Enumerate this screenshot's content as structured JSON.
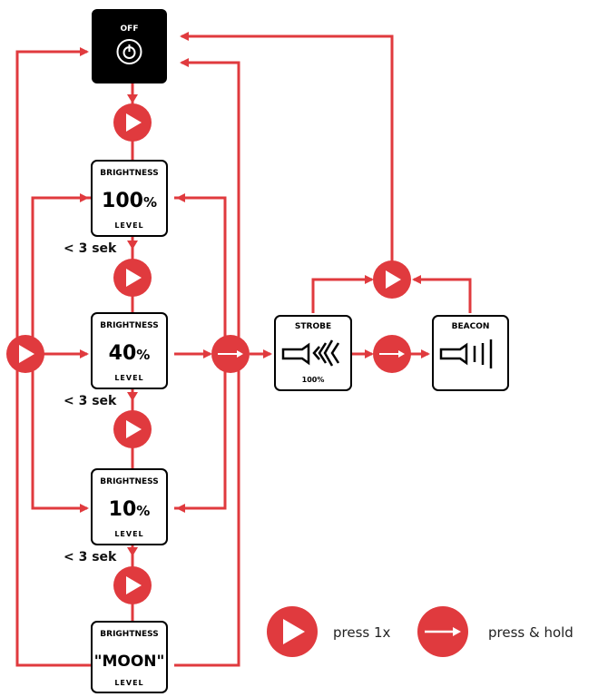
{
  "colors": {
    "accent": "#e03a3e",
    "ink": "#000000",
    "paper": "#ffffff"
  },
  "off_node": {
    "label": "OFF",
    "icon": "power-icon"
  },
  "modes": [
    {
      "title": "BRIGHTNESS",
      "value": "100",
      "unit": "%",
      "footer": "LEVEL"
    },
    {
      "title": "BRIGHTNESS",
      "value": "40",
      "unit": "%",
      "footer": "LEVEL"
    },
    {
      "title": "BRIGHTNESS",
      "value": "10",
      "unit": "%",
      "footer": "LEVEL"
    },
    {
      "title": "BRIGHTNESS",
      "value": "\"MOON\"",
      "unit": "",
      "footer": "LEVEL"
    }
  ],
  "timing_labels": [
    "< 3 sek",
    "< 3 sek",
    "< 3 sek"
  ],
  "strobe": {
    "title": "STROBE",
    "footer": "100%",
    "icon": "flashlight-strobe-icon"
  },
  "beacon": {
    "title": "BEACON",
    "icon": "flashlight-beacon-icon"
  },
  "legend": {
    "press_once": "press 1x",
    "press_hold": "press & hold"
  }
}
